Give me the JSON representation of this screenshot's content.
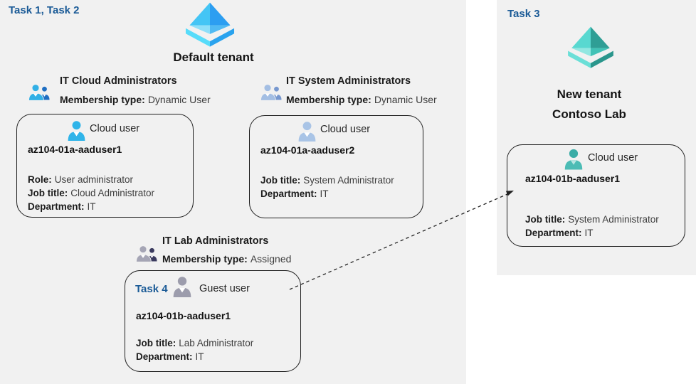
{
  "colors": {
    "panel_background": "#f1f1f1",
    "task_label_blue": "#1a5a96",
    "box_border": "#1f1f1f",
    "default_tenant_icon_blue": "#2c9ef1",
    "new_tenant_icon_teal": "#2f9e95",
    "cloud_user_blue": "#2fb4e9",
    "cloud_user_steel": "#a9c4e6",
    "guest_user_gray": "#9c9cac",
    "cloud_user_teal": "#43b6af"
  },
  "left_panel": {
    "task_label": "Task 1, Task 2",
    "tenant_icon": "azure-ad-tenant-icon",
    "tenant_title": "Default tenant",
    "groups": [
      {
        "icon": "group-users-icon-blue",
        "title": "IT Cloud Administrators",
        "membership_label": "Membership type:",
        "membership_value": "Dynamic User"
      },
      {
        "icon": "group-users-icon-steel",
        "title": "IT System Administrators",
        "membership_label": "Membership type:",
        "membership_value": "Dynamic User"
      },
      {
        "icon": "group-users-icon-gray",
        "title": "IT Lab Administrators",
        "membership_label": "Membership type:",
        "membership_value": "Assigned"
      }
    ],
    "user_cards": [
      {
        "icon": "cloud-user-icon-blue",
        "type_label": "Cloud user",
        "name": "az104-01a-aaduser1",
        "details": [
          {
            "label": "Role:",
            "value": "User administrator"
          },
          {
            "label": "Job title:",
            "value": "Cloud Administrator"
          },
          {
            "label": "Department:",
            "value": "IT"
          }
        ]
      },
      {
        "icon": "cloud-user-icon-steel",
        "type_label": "Cloud user",
        "name": "az104-01a-aaduser2",
        "details": [
          {
            "label": "Job title:",
            "value": "System Administrator"
          },
          {
            "label": "Department:",
            "value": "IT"
          }
        ]
      },
      {
        "icon": "guest-user-icon-gray",
        "task_label": "Task 4",
        "type_label": "Guest user",
        "name": "az104-01b-aaduser1",
        "details": [
          {
            "label": "Job title:",
            "value": "Lab Administrator"
          },
          {
            "label": "Department:",
            "value": "IT"
          }
        ]
      }
    ]
  },
  "right_panel": {
    "task_label": "Task 3",
    "tenant_icon": "azure-ad-tenant-icon-teal",
    "tenant_title_line1": "New tenant",
    "tenant_title_line2": "Contoso Lab",
    "user_card": {
      "icon": "cloud-user-icon-teal",
      "type_label": "Cloud user",
      "name": "az104-01b-aaduser1",
      "details": [
        {
          "label": "Job title:",
          "value": "System Administrator"
        },
        {
          "label": "Department:",
          "value": "IT"
        }
      ]
    }
  },
  "connector": {
    "style": "dashed-arrow",
    "from": "guest-user-card",
    "to": "new-tenant-cloud-user-card"
  }
}
